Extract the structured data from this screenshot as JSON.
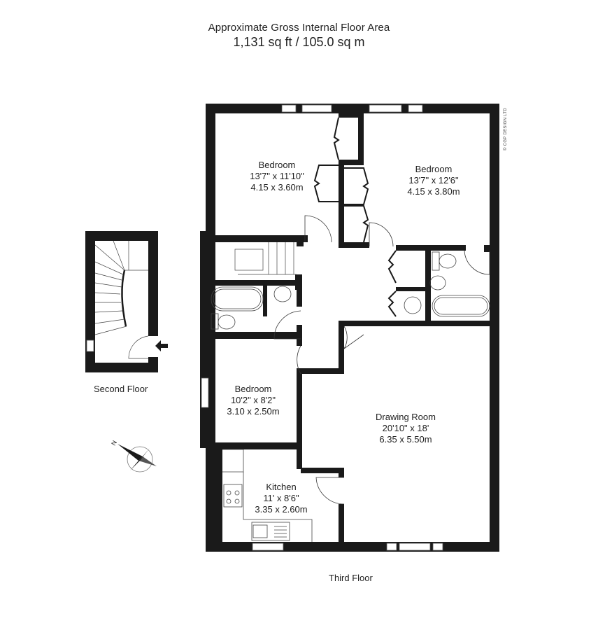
{
  "header": {
    "title": "Approximate Gross Internal Floor Area",
    "area": "1,131 sq ft  / 105.0 sq m"
  },
  "copyright": "© CGP DESIGN LTD",
  "floors": [
    {
      "label": "Second Floor"
    },
    {
      "label": "Third Floor"
    }
  ],
  "rooms": [
    {
      "name": "Bedroom",
      "imperial": "13'7\" x 11'10\"",
      "metric": "4.15 x 3.60m"
    },
    {
      "name": "Bedroom",
      "imperial": "13'7\" x 12'6\"",
      "metric": "4.15 x 3.80m"
    },
    {
      "name": "Bedroom",
      "imperial": "10'2\" x 8'2\"",
      "metric": "3.10 x 2.50m"
    },
    {
      "name": "Drawing Room",
      "imperial": "20'10\" x 18'",
      "metric": "6.35 x 5.50m"
    },
    {
      "name": "Kitchen",
      "imperial": "11' x 8'6\"",
      "metric": "3.35 x 2.60m"
    }
  ],
  "icons": {
    "compass": "compass-rose-icon",
    "entrance": "entrance-arrow-icon"
  },
  "colors": {
    "wall": "#1a1a1a",
    "line": "#333333",
    "background": "#ffffff"
  }
}
